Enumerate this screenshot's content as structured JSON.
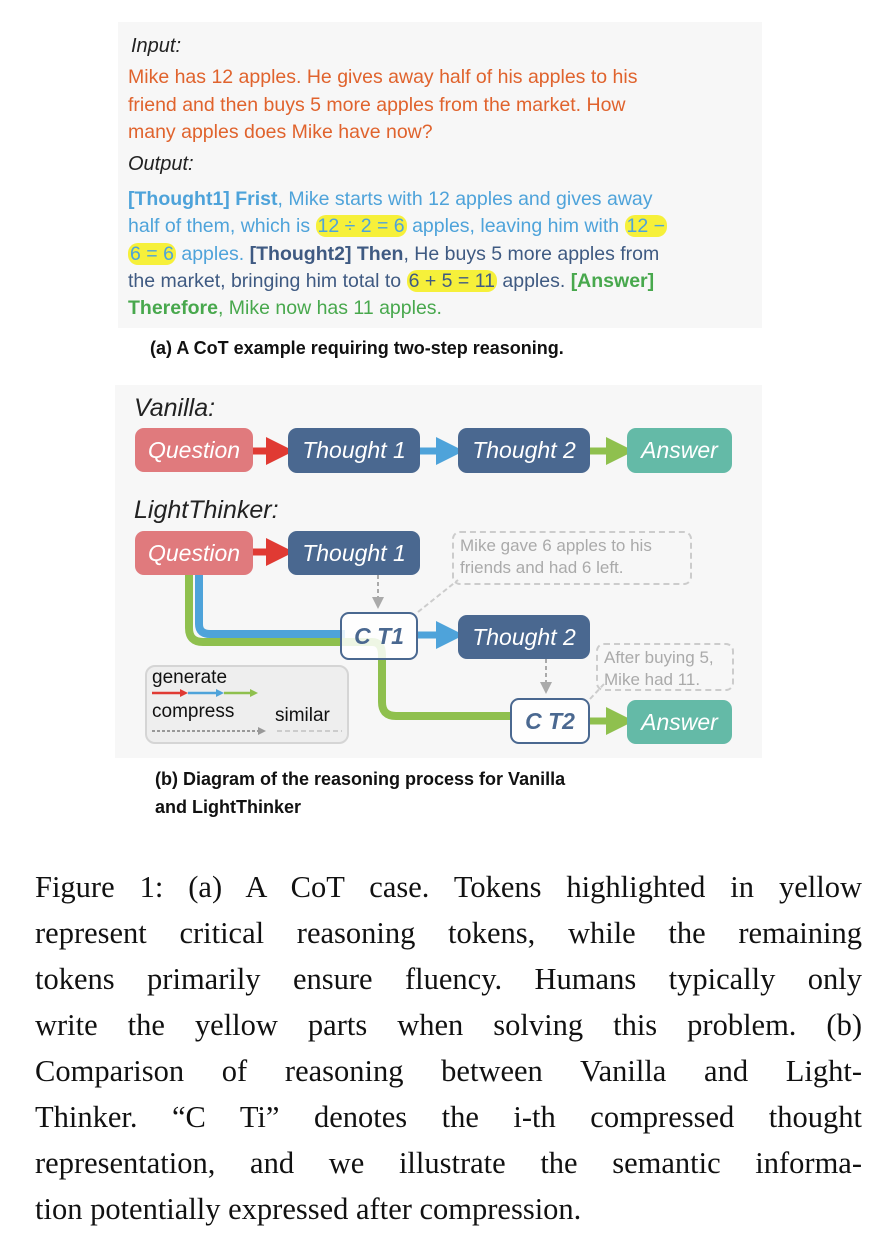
{
  "panel_a": {
    "input_label": "Input:",
    "input_lines": [
      "Mike has 12 apples. He gives away half of his apples to his",
      "friend and then buys 5 more apples from the market. How",
      "many apples does Mike have now?"
    ],
    "output_label": "Output:",
    "output": {
      "t1_tag": "[Thought1]",
      "t1_word": "Frist",
      "t1_a": ", Mike starts with 12 apples and gives away",
      "t1_b": "half of them, which is",
      "hl1": "12 ÷ 2 = 6",
      "t1_c": "apples, leaving him with",
      "hl2a": "12 −",
      "hl2b": "6 = 6",
      "t1_d": "apples.",
      "t2_tag": "[Thought2]",
      "t2_word": "Then",
      "t2_a": ", He buys 5 more apples from",
      "t2_b": "the market, bringing him total to",
      "hl3": "6 + 5 = 11",
      "t2_c": "apples.",
      "ans_tag": "[Answer]",
      "ans_word": "Therefore",
      "ans_a": ", Mike now has 11 apples."
    },
    "caption": "(a) A CoT example requiring two-step reasoning."
  },
  "panel_b": {
    "vanilla_label": "Vanilla:",
    "lightthinker_label": "LightThinker:",
    "nodes": {
      "question": "Question",
      "thought1": "Thought 1",
      "thought2": "Thought 2",
      "answer": "Answer",
      "ct1": "C T1",
      "ct2": "C T2"
    },
    "note1": [
      "Mike gave 6 apples to his",
      "friends and had 6 left."
    ],
    "note2": [
      "After buying 5,",
      "Mike had 11."
    ],
    "legend": {
      "generate": "generate",
      "compress": "compress",
      "similar": "similar"
    },
    "caption_lines": [
      "(b) Diagram of the reasoning process for Vanilla",
      "and LightThinker"
    ],
    "colors": {
      "question": "#e07a7d",
      "thought": "#4a6890",
      "answer": "#64baa7",
      "red": "#e03a33",
      "blue": "#4ea3da",
      "green": "#8fc04e"
    }
  },
  "figure_caption": [
    "Figure 1: (a) A CoT case. Tokens highlighted in yellow",
    "represent critical reasoning tokens, while the remaining",
    "tokens primarily ensure fluency. Humans typically only",
    "write the yellow parts when solving this problem. (b)",
    "Comparison of reasoning between Vanilla and Light-",
    "Thinker. “C Ti” denotes the i-th compressed thought",
    "representation, and we illustrate the semantic informa-",
    "tion potentially expressed after compression."
  ]
}
